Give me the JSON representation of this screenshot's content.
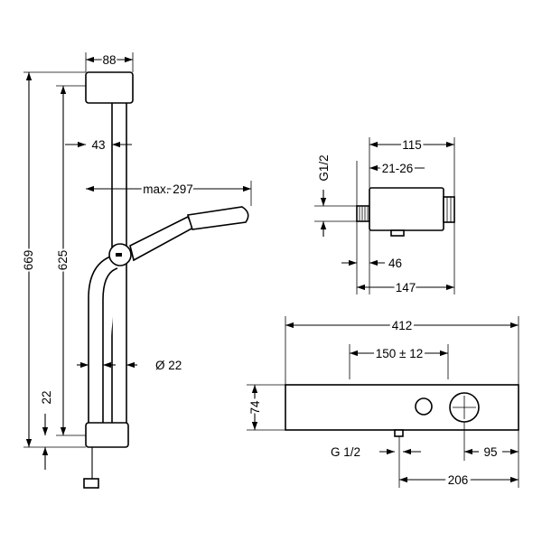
{
  "diagram": {
    "colors": {
      "line": "#000000",
      "background": "#ffffff"
    },
    "rail_set": {
      "dims": {
        "width_top": "88",
        "overall_height": "669",
        "rail_height": "625",
        "offset": "43",
        "max_reach": "max. 297",
        "diameter": "Ø 22",
        "bottom": "22"
      }
    },
    "connector": {
      "dims": {
        "thread": "G1/2",
        "depth": "115",
        "range": "21-26",
        "height": "46",
        "total": "147"
      }
    },
    "thermostat": {
      "dims": {
        "length": "412",
        "spacing": "150 ± 12",
        "height": "74",
        "thread": "G 1/2",
        "knob_offset": "95",
        "outlet_offset": "206"
      }
    }
  }
}
